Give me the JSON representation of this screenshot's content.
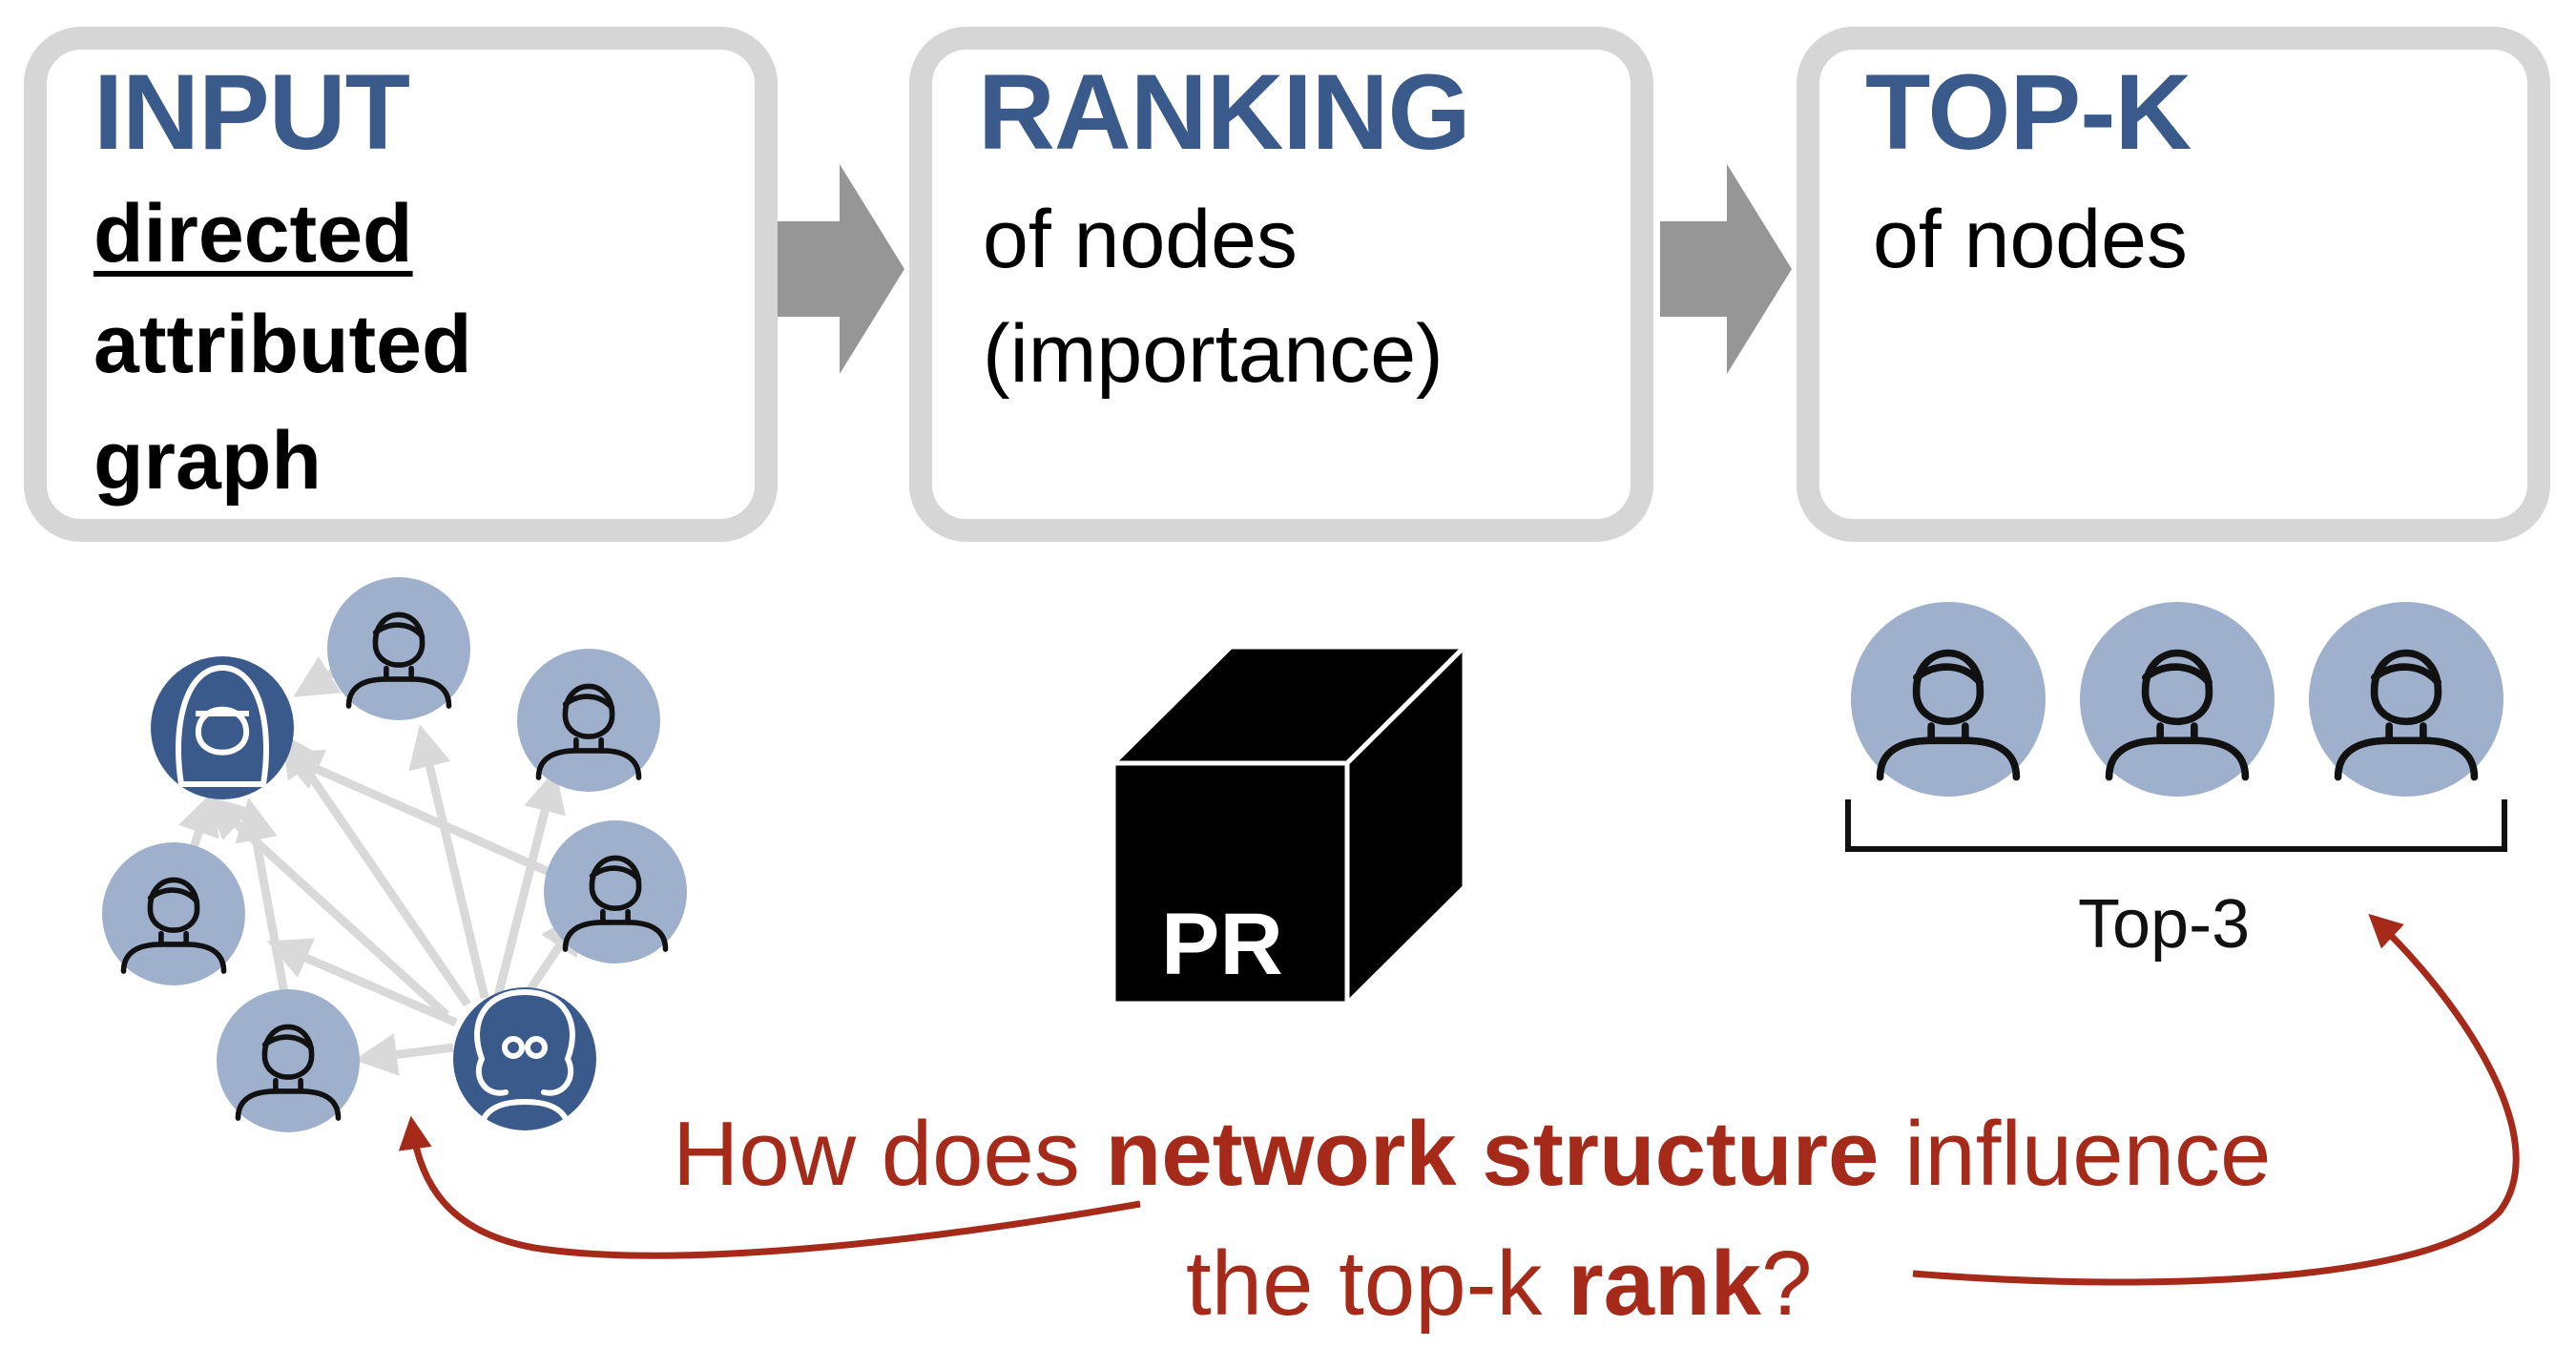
{
  "boxes": [
    {
      "title": "INPUT",
      "lines": [
        "directed",
        "attributed",
        "graph"
      ]
    },
    {
      "title": "RANKING",
      "lines": [
        "of nodes",
        "(importance)"
      ]
    },
    {
      "title": "TOP-K",
      "lines": [
        "of nodes"
      ]
    }
  ],
  "cube_label": "PR",
  "top_caption": "Top-3",
  "question": {
    "line1_pre": "How does ",
    "line1_bold": "network structure",
    "line1_post": " influence",
    "line2_pre": "the top-k ",
    "line2_bold": "rank",
    "line2_post": "?"
  },
  "colors": {
    "box_border": "#d6d6d6",
    "title_blue": "#3a5a8c",
    "node_light": "#9eb0cc",
    "node_dark": "#3a5a8c",
    "edge_gray": "#d9d9d9",
    "flow_arrow": "#969696",
    "question_red": "#a52a1a"
  },
  "icons": [
    "person-icon",
    "hijab-person-icon",
    "curly-hair-woman-icon"
  ]
}
